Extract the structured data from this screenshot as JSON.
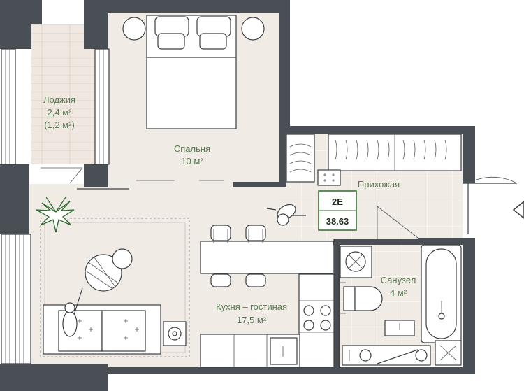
{
  "rooms": {
    "loggia": {
      "name": "Лоджия",
      "area": "2,4 м²",
      "area_reduced": "(1,2 м²)"
    },
    "bedroom": {
      "name": "Спальня",
      "area": "10 м²"
    },
    "hallway": {
      "name": "Прихожая"
    },
    "bathroom": {
      "name": "Санузел",
      "area": "4 м²"
    },
    "kitchen_living": {
      "name": "Кухня – гостиная",
      "area": "17,5 м²"
    }
  },
  "unit_tag": {
    "code": "2E",
    "total_area": "38.63"
  },
  "colors": {
    "wall": "#4a4f55",
    "floor": "#f1ebe6",
    "tag_border": "#2f6b2a",
    "label": "#5a7a52"
  },
  "icons": [
    "compass-arrow-icon",
    "plant-icon",
    "person-icon",
    "bed-icon",
    "sofa-icon",
    "bathtub-icon",
    "toilet-icon",
    "sink-icon",
    "stove-icon",
    "washing-machine-icon"
  ]
}
